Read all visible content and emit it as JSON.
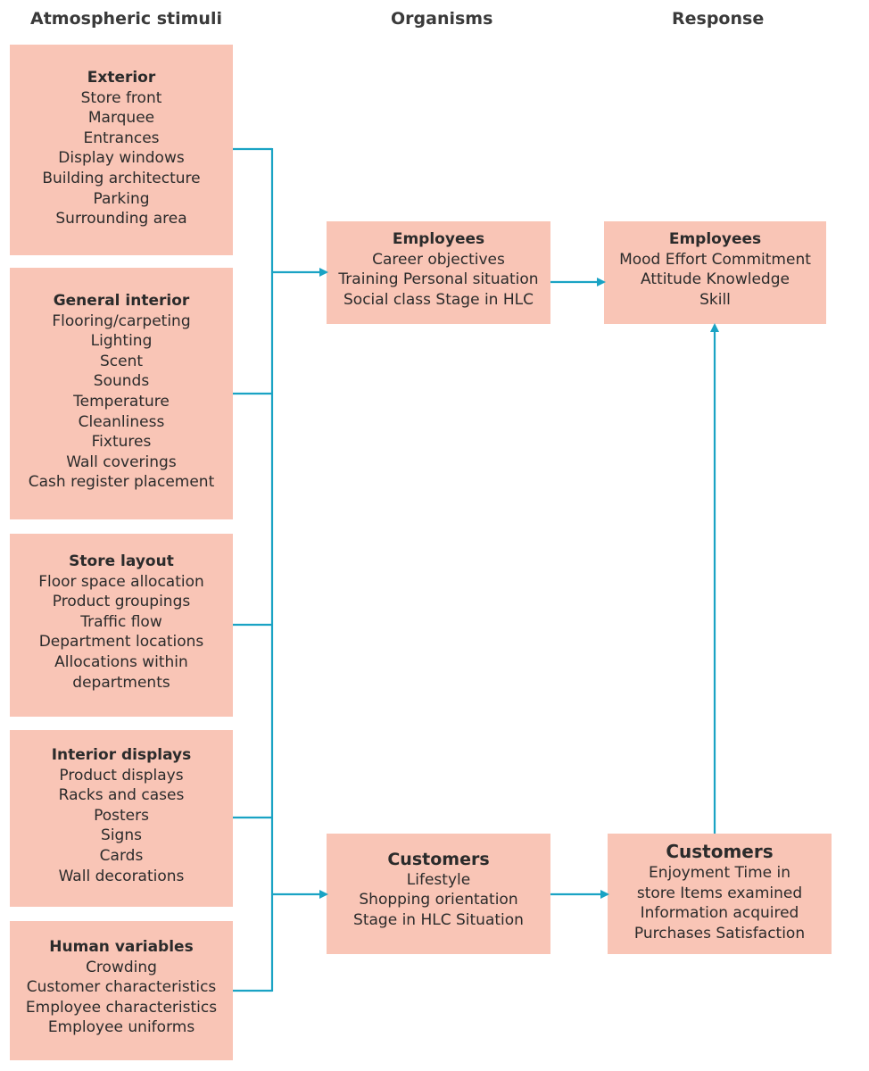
{
  "headers": {
    "stimuli": "Atmospheric stimuli",
    "organisms": "Organisms",
    "response": "Response"
  },
  "stimuli": [
    {
      "title": "Exterior",
      "items": [
        "Store front",
        "Marquee",
        "Entrances",
        "Display windows",
        "Building architecture",
        "Parking",
        "Surrounding area"
      ]
    },
    {
      "title": "General interior",
      "items": [
        "Flooring/carpeting",
        "Lighting",
        "Scent",
        "Sounds",
        "Temperature",
        "Cleanliness",
        "Fixtures",
        "Wall coverings",
        "Cash register placement"
      ]
    },
    {
      "title": "Store layout",
      "items": [
        "Floor space allocation",
        "Product groupings",
        "Traffic flow",
        "Department locations",
        "Allocations within",
        "departments"
      ]
    },
    {
      "title": "Interior displays",
      "items": [
        "Product displays",
        "Racks and cases",
        "Posters",
        "Signs",
        "Cards",
        "Wall decorations"
      ]
    },
    {
      "title": "Human variables",
      "items": [
        "Crowding",
        "Customer characteristics",
        "Employee characteristics",
        "Employee uniforms"
      ]
    }
  ],
  "organisms": {
    "employees": {
      "title": "Employees",
      "items": [
        "Career objectives",
        "Training Personal situation",
        "Social class Stage in HLC"
      ]
    },
    "customers": {
      "title": "Customers",
      "items": [
        "Lifestyle",
        "Shopping orientation",
        "Stage in HLC Situation"
      ]
    }
  },
  "responses": {
    "employees": {
      "title": "Employees",
      "items": [
        "Mood Effort Commitment",
        "Attitude Knowledge",
        "Skill"
      ]
    },
    "customers": {
      "title": "Customers",
      "items": [
        "Enjoyment Time in",
        "store Items examined",
        "Information acquired",
        "Purchases Satisfaction"
      ]
    }
  },
  "colors": {
    "box_fill": "#f9c5b6",
    "connector": "#1aa3c4"
  }
}
